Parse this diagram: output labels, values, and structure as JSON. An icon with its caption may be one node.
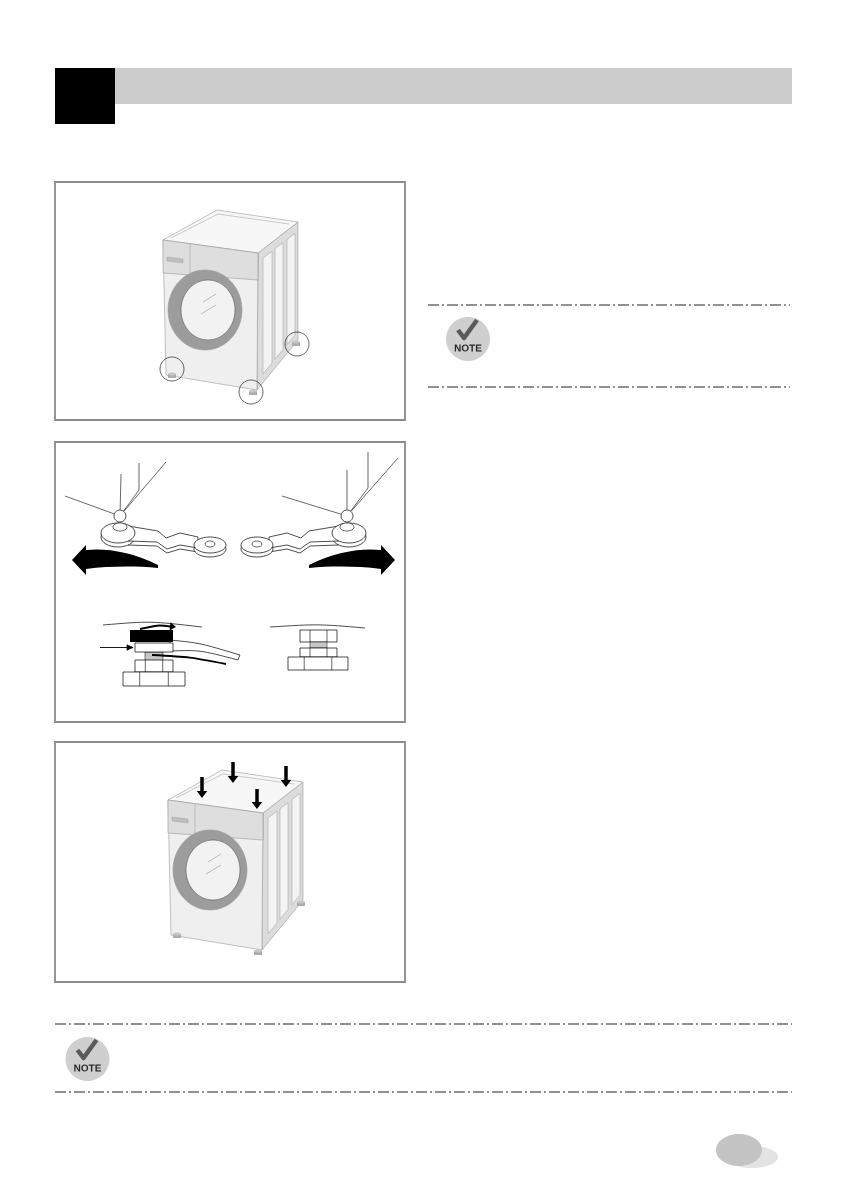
{
  "diagram": {
    "nodes": [
      {
        "text": [],
        "shape": "circle"
      },
      {
        "text": [],
        "shape": "circle"
      },
      {
        "text": [],
        "shape": "box"
      }
    ],
    "edges": [
      {
        "from": null,
        "to": 0,
        "arrow": "none"
      },
      {
        "from": null,
        "to": 0,
        "arrow": "none"
      },
      {
        "from": null,
        "to": 0,
        "arrow": "none"
      },
      {
        "from": null,
        "to": 0,
        "arrow": "none"
      },
      {
        "from": null,
        "to": 1,
        "arrow": "none"
      },
      {
        "from": null,
        "to": 1,
        "arrow": "none"
      },
      {
        "from": null,
        "to": 1,
        "arrow": "none"
      },
      {
        "from": null,
        "to": 1,
        "arrow": "none"
      },
      {
        "from": null,
        "to": 2,
        "arrow": "to"
      }
    ],
    "labels": [
      "NOTE",
      "NOTE"
    ]
  }
}
